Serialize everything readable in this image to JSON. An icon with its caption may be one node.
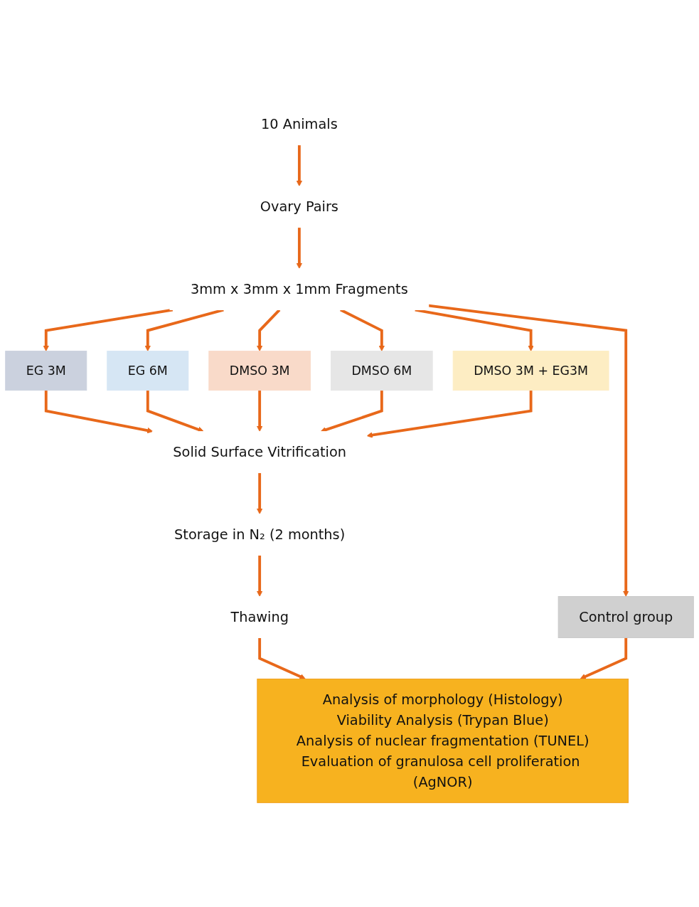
{
  "diagram": {
    "nodes": [
      {
        "text": [
          "10 Animals"
        ]
      },
      {
        "text": [
          "Ovary Pairs"
        ]
      },
      {
        "text": [
          "3mm x 3mm x 1mm Fragments"
        ]
      },
      {
        "text": [
          "Control group"
        ]
      },
      {
        "text": [
          "EG 3M"
        ]
      },
      {
        "text": [
          "EG 6M"
        ]
      },
      {
        "text": [
          "DMSO 3M"
        ]
      },
      {
        "text": [
          "DMSO 6M"
        ]
      },
      {
        "text": [
          "DMSO 3M + EG3M"
        ]
      },
      {
        "text": [
          "Solid Surface Vitrification"
        ]
      },
      {
        "text": [
          "Storage in N₂ (2 months)"
        ]
      },
      {
        "text": [
          "Thawing"
        ]
      },
      {
        "text": [
          "Analysis of morphology (Histology)",
          "Viability Analysis (Trypan Blue)",
          "Analysis of nuclear fragmentation (TUNEL)",
          "Evaluation of granulosa cell proliferation (AgNOR)"
        ]
      }
    ],
    "edges": [
      {
        "from": 0,
        "to": 1,
        "arrow": "to"
      },
      {
        "from": 1,
        "to": 2,
        "arrow": "to"
      },
      {
        "from": 2,
        "to": 3,
        "arrow": "to"
      },
      {
        "from": 2,
        "to": 4,
        "arrow": "to"
      },
      {
        "from": 2,
        "to": 5,
        "arrow": "to"
      },
      {
        "from": 2,
        "to": 6,
        "arrow": "to"
      },
      {
        "from": 2,
        "to": 7,
        "arrow": "to"
      },
      {
        "from": 2,
        "to": 8,
        "arrow": "to"
      },
      {
        "from": 4,
        "to": 9,
        "arrow": "to"
      },
      {
        "from": 5,
        "to": 9,
        "arrow": "to"
      },
      {
        "from": 6,
        "to": 9,
        "arrow": "to"
      },
      {
        "from": 7,
        "to": 9,
        "arrow": "to"
      },
      {
        "from": 8,
        "to": 9,
        "arrow": "to"
      },
      {
        "from": 9,
        "to": 10,
        "arrow": "to"
      },
      {
        "from": 10,
        "to": 11,
        "arrow": "to"
      },
      {
        "from": 11,
        "to": 12,
        "arrow": "to"
      },
      {
        "from": 3,
        "to": 12,
        "arrow": "to"
      }
    ]
  }
}
